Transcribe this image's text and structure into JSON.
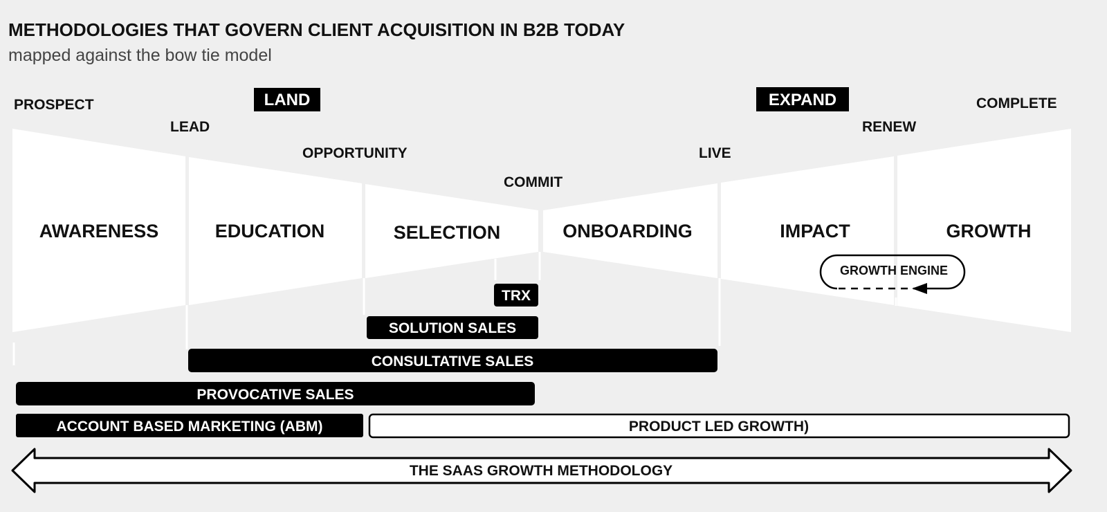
{
  "title": "METHODOLOGIES THAT GOVERN CLIENT ACQUISITION IN B2B TODAY",
  "subtitle": "mapped against the bow tie model",
  "phases": {
    "land": "LAND",
    "expand": "EXPAND"
  },
  "milestones": {
    "prospect": "PROSPECT",
    "lead": "LEAD",
    "opportunity": "OPPORTUNITY",
    "commit": "COMMIT",
    "live": "LIVE",
    "renew": "RENEW",
    "complete": "COMPLETE"
  },
  "stages": [
    "AWARENESS",
    "EDUCATION",
    "SELECTION",
    "ONBOARDING",
    "IMPACT",
    "GROWTH"
  ],
  "growth_engine": "GROWTH ENGINE",
  "methodologies": {
    "trx": "TRX",
    "solution_sales": "SOLUTION SALES",
    "consultative_sales": "CONSULTATIVE SALES",
    "provocative_sales": "PROVOCATIVE SALES",
    "abm": "ACCOUNT BASED MARKETING (ABM)",
    "plg": "PRODUCT LED GROWTH)",
    "saas": "THE SAAS GROWTH METHODOLOGY"
  }
}
